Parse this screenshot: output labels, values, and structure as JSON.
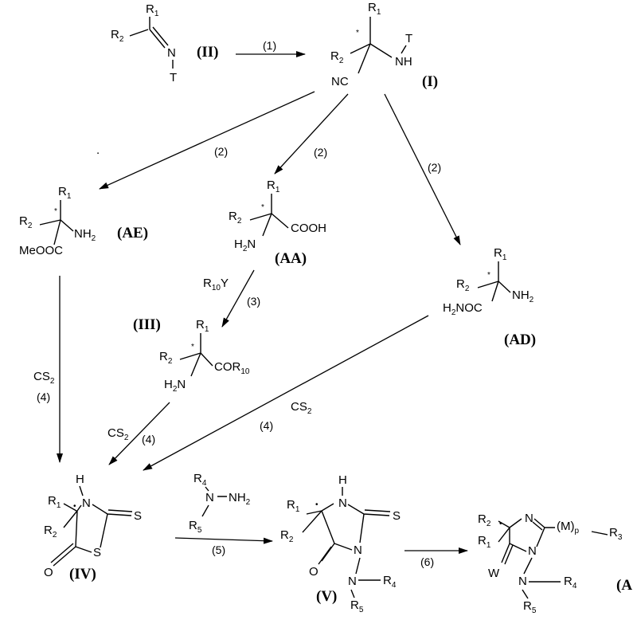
{
  "compounds": {
    "II": {
      "label": "(II)",
      "r1": "R",
      "r1_sub": "1",
      "r2": "R",
      "r2_sub": "2",
      "n": "N",
      "t": "T"
    },
    "I": {
      "label": "(I)",
      "r1": "R",
      "r1_sub": "1",
      "r2": "R",
      "r2_sub": "2",
      "star": "*",
      "nh": "NH",
      "t": "T",
      "nc": "NC"
    },
    "AE": {
      "label": "(AE)",
      "r1": "R",
      "r1_sub": "1",
      "r2": "R",
      "r2_sub": "2",
      "star": "*",
      "nh2": "NH",
      "nh2_sub": "2",
      "meooc": "MeOOC"
    },
    "AA": {
      "label": "(AA)",
      "r1": "R",
      "r1_sub": "1",
      "r2": "R",
      "r2_sub": "2",
      "star": "*",
      "cooh": "COOH",
      "h2n": "H",
      "h2n_sub": "2",
      "h2n_n": "N"
    },
    "AD": {
      "label": "(AD)",
      "r1": "R",
      "r1_sub": "1",
      "r2": "R",
      "r2_sub": "2",
      "star": "*",
      "nh2": "NH",
      "nh2_sub": "2",
      "h2noc_h": "H",
      "h2noc_sub": "2",
      "h2noc_rest": "NOC"
    },
    "III": {
      "label": "(III)",
      "r1": "R",
      "r1_sub": "1",
      "r2": "R",
      "r2_sub": "2",
      "star": "*",
      "cor": "COR",
      "cor_sub": "10",
      "h2n": "H",
      "h2n_sub": "2",
      "h2n_n": "N"
    },
    "IV": {
      "label": "(IV)",
      "r1": "R",
      "r1_sub": "1",
      "r2": "R",
      "r2_sub": "2",
      "star": "•",
      "h": "H",
      "n": "N",
      "s_exo": "S",
      "s_ring": "S",
      "o": "O"
    },
    "hydrazine": {
      "r4": "R",
      "r4_sub": "4",
      "r5": "R",
      "r5_sub": "5",
      "n": "N",
      "nh2": "NH",
      "nh2_sub": "2"
    },
    "V": {
      "label": "(V)",
      "r1": "R",
      "r1_sub": "1",
      "r2": "R",
      "r2_sub": "2",
      "star": "•",
      "h": "H",
      "n1": "N",
      "n2": "N",
      "n3": "N",
      "s": "S",
      "o": "O",
      "r4": "R",
      "r4_sub": "4",
      "r5": "R",
      "r5_sub": "5"
    },
    "A": {
      "label": "(A",
      "r1": "R",
      "r1_sub": "1",
      "r2": "R",
      "r2_sub": "2",
      "star": "•",
      "n1": "N",
      "n2": "N",
      "n3": "N",
      "m": "(M)",
      "m_sub": "p",
      "r3": "R",
      "r3_sub": "3",
      "w": "W",
      "r4": "R",
      "r4_sub": "4",
      "r5": "R",
      "r5_sub": "5"
    }
  },
  "steps": {
    "s1": "(1)",
    "s2_left": "(2)",
    "s2_mid": "(2)",
    "s2_right": "(2)",
    "s3": "(3)",
    "s3_reagent": "R",
    "s3_reagent_sub": "10",
    "s3_reagent_y": "Y",
    "s4_left": "(4)",
    "s4_left_reagent": "CS",
    "s4_left_reagent_sub": "2",
    "s4_mid": "(4)",
    "s4_mid_reagent": "CS",
    "s4_mid_reagent_sub": "2",
    "s4_right": "(4)",
    "s4_right_reagent": "CS",
    "s4_right_reagent_sub": "2",
    "s5": "(5)",
    "s6": "(6)"
  },
  "misc": {
    "dot": "."
  }
}
